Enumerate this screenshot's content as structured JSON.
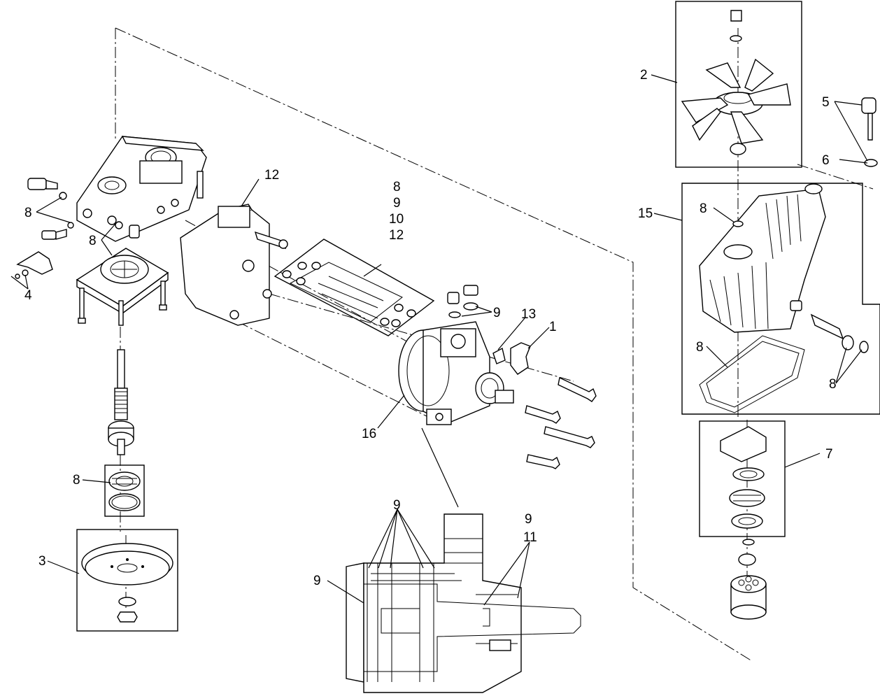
{
  "callouts": {
    "c1": "1",
    "c2": "2",
    "c3": "3",
    "c4": "4",
    "c5": "5",
    "c6": "6",
    "c7": "7",
    "c8a": "8",
    "c8b": "8",
    "c8c": "8",
    "c8d": "8",
    "c8e": "8",
    "c8f": "8",
    "c9a": "9",
    "c9b": "9",
    "c9c": "9",
    "c9d": "9",
    "c10": "10",
    "c11": "11",
    "c12a": "12",
    "c12b": "12",
    "c13": "13",
    "c15": "15",
    "c16": "16",
    "stack_8": "8",
    "stack_9": "9"
  }
}
